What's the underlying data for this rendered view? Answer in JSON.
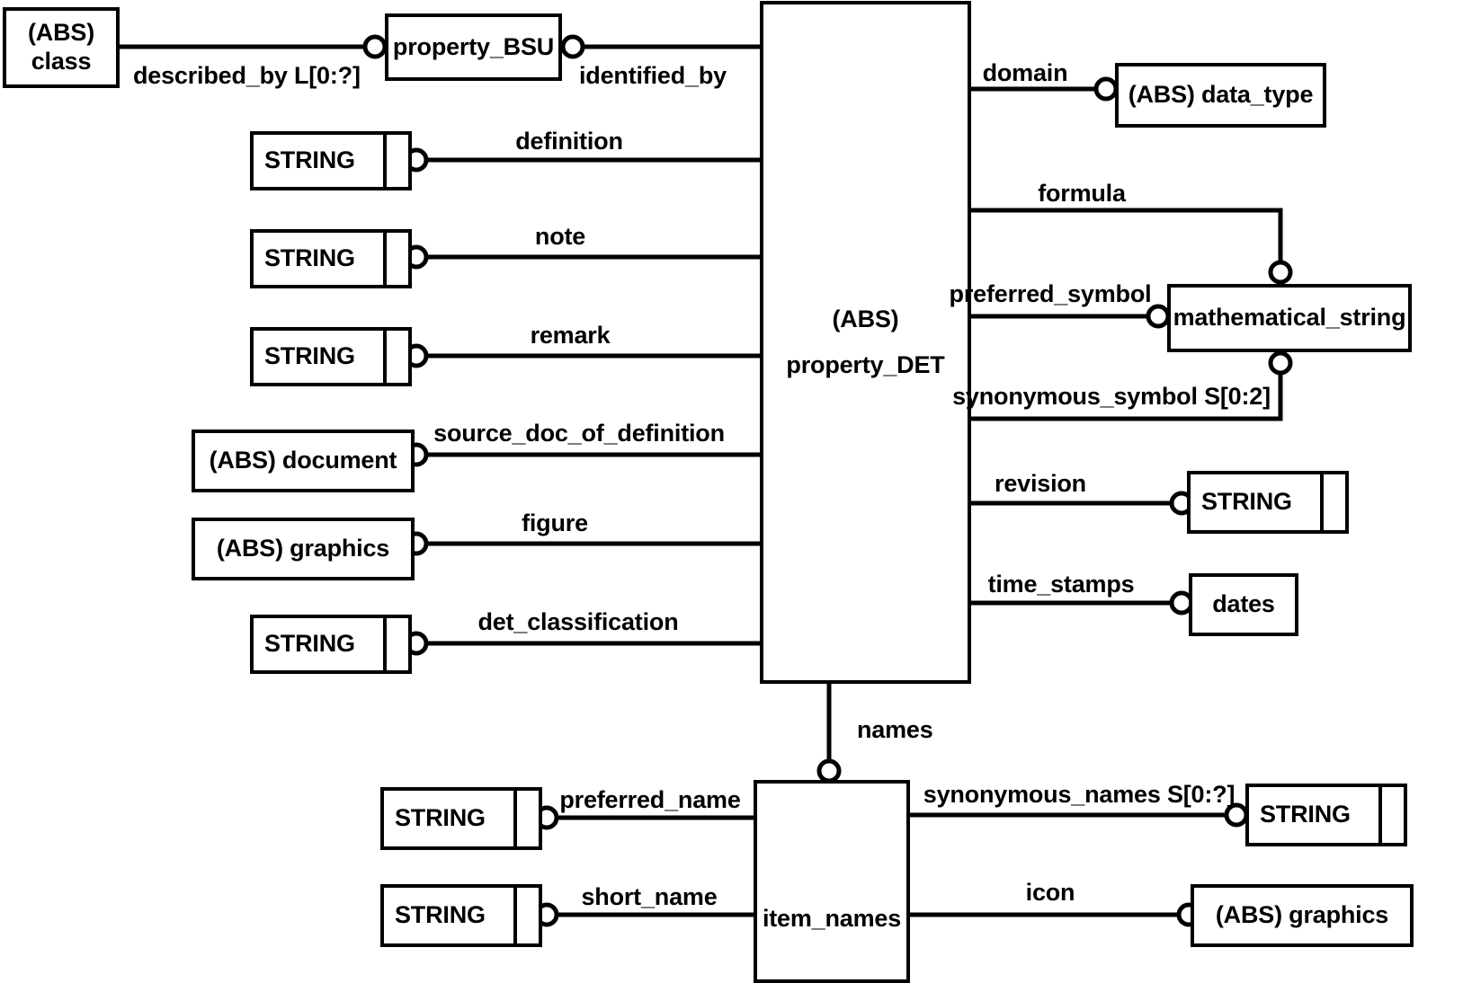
{
  "diagram": {
    "notation": "EXPRESS-G",
    "entities": [
      {
        "id": "class",
        "label": "(ABS)\nclass",
        "kind": "entity"
      },
      {
        "id": "property_bsu",
        "label": "property_BSU",
        "kind": "entity"
      },
      {
        "id": "property_det",
        "label": "(ABS)\nproperty_DET",
        "kind": "entity"
      },
      {
        "id": "data_type",
        "label": "(ABS) data_type",
        "kind": "entity"
      },
      {
        "id": "mathematical_string",
        "label": "mathematical_string",
        "kind": "entity"
      },
      {
        "id": "document",
        "label": "(ABS) document",
        "kind": "entity"
      },
      {
        "id": "graphics_figure",
        "label": "(ABS) graphics",
        "kind": "entity"
      },
      {
        "id": "graphics_icon",
        "label": "(ABS) graphics",
        "kind": "entity"
      },
      {
        "id": "dates",
        "label": "dates",
        "kind": "entity"
      },
      {
        "id": "item_names",
        "label": "item_names",
        "kind": "entity"
      },
      {
        "id": "string_definition",
        "label": "STRING",
        "kind": "simple-type"
      },
      {
        "id": "string_note",
        "label": "STRING",
        "kind": "simple-type"
      },
      {
        "id": "string_remark",
        "label": "STRING",
        "kind": "simple-type"
      },
      {
        "id": "string_det_class",
        "label": "STRING",
        "kind": "simple-type"
      },
      {
        "id": "string_revision",
        "label": "STRING",
        "kind": "simple-type"
      },
      {
        "id": "string_pref_name",
        "label": "STRING",
        "kind": "simple-type"
      },
      {
        "id": "string_short_name",
        "label": "STRING",
        "kind": "simple-type"
      },
      {
        "id": "string_syn_names",
        "label": "STRING",
        "kind": "simple-type"
      }
    ],
    "relationships": [
      {
        "id": "described_by",
        "label": "described_by L[0:?]",
        "from": "class",
        "to": "property_bsu"
      },
      {
        "id": "identified_by",
        "label": "identified_by",
        "from": "property_det",
        "to": "property_bsu"
      },
      {
        "id": "definition",
        "label": "definition",
        "from": "property_det",
        "to": "string_definition"
      },
      {
        "id": "note",
        "label": "note",
        "from": "property_det",
        "to": "string_note"
      },
      {
        "id": "remark",
        "label": "remark",
        "from": "property_det",
        "to": "string_remark"
      },
      {
        "id": "source_doc_of_definition",
        "label": "source_doc_of_definition",
        "from": "property_det",
        "to": "document"
      },
      {
        "id": "figure",
        "label": "figure",
        "from": "property_det",
        "to": "graphics_figure"
      },
      {
        "id": "det_classification",
        "label": "det_classification",
        "from": "property_det",
        "to": "string_det_class"
      },
      {
        "id": "domain",
        "label": "domain",
        "from": "property_det",
        "to": "data_type"
      },
      {
        "id": "formula",
        "label": "formula",
        "from": "property_det",
        "to": "mathematical_string"
      },
      {
        "id": "preferred_symbol",
        "label": "preferred_symbol",
        "from": "property_det",
        "to": "mathematical_string"
      },
      {
        "id": "synonymous_symbol",
        "label": "synonymous_symbol S[0:2]",
        "from": "property_det",
        "to": "mathematical_string"
      },
      {
        "id": "revision",
        "label": "revision",
        "from": "property_det",
        "to": "string_revision"
      },
      {
        "id": "time_stamps",
        "label": "time_stamps",
        "from": "property_det",
        "to": "dates"
      },
      {
        "id": "names",
        "label": "names",
        "from": "property_det",
        "to": "item_names"
      },
      {
        "id": "preferred_name",
        "label": "preferred_name",
        "from": "item_names",
        "to": "string_pref_name"
      },
      {
        "id": "short_name",
        "label": "short_name",
        "from": "item_names",
        "to": "string_short_name"
      },
      {
        "id": "synonymous_names",
        "label": "synonymous_names S[0:?]",
        "from": "item_names",
        "to": "string_syn_names"
      },
      {
        "id": "icon",
        "label": "icon",
        "from": "item_names",
        "to": "graphics_icon"
      }
    ],
    "text": {
      "class_line1": "(ABS)",
      "class_line2": "class",
      "property_bsu": "property_BSU",
      "property_det_line1": "(ABS)",
      "property_det_line2": "property_DET",
      "data_type": "(ABS) data_type",
      "mathematical_string": "mathematical_string",
      "document": "(ABS) document",
      "graphics_figure": "(ABS) graphics",
      "graphics_icon": "(ABS) graphics",
      "dates": "dates",
      "item_names": "item_names",
      "string": "STRING",
      "described_by": "described_by L[0:?]",
      "identified_by": "identified_by",
      "definition": "definition",
      "note": "note",
      "remark": "remark",
      "source_doc_of_definition": "source_doc_of_definition",
      "figure": "figure",
      "det_classification": "det_classification",
      "domain": "domain",
      "formula": "formula",
      "preferred_symbol": "preferred_symbol",
      "synonymous_symbol": "synonymous_symbol S[0:2]",
      "revision": "revision",
      "time_stamps": "time_stamps",
      "names": "names",
      "preferred_name": "preferred_name",
      "short_name": "short_name",
      "synonymous_names": "synonymous_names S[0:?]",
      "icon": "icon"
    },
    "colors": {
      "stroke": "#000000",
      "fill": "#ffffff",
      "background": "#ffffff"
    }
  }
}
